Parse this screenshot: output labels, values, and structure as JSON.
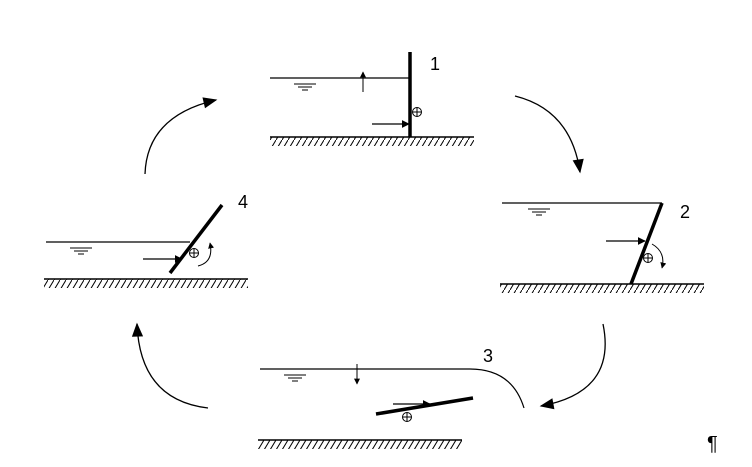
{
  "diagram": {
    "stages": [
      {
        "label": "1"
      },
      {
        "label": "2"
      },
      {
        "label": "3"
      },
      {
        "label": "4"
      }
    ],
    "pilcrow": "¶",
    "colors": {
      "ink": "#000000",
      "background": "#ffffff"
    }
  }
}
